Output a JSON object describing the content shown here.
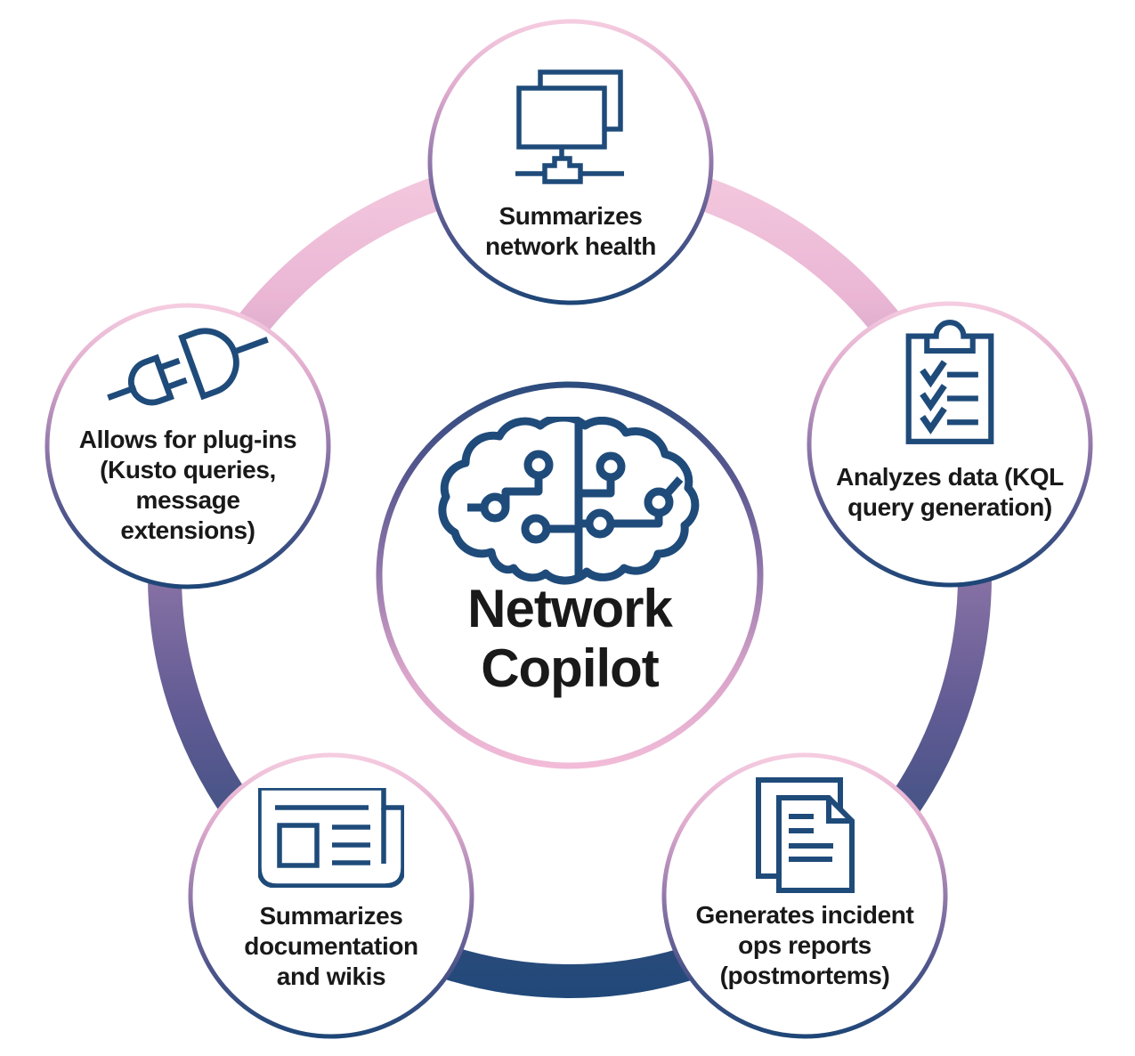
{
  "diagram": {
    "type": "hub-and-spoke pentagon diagram",
    "colors": {
      "icon_navy": "#1F4B7A",
      "text": "#191919",
      "ring_pink_top": "#F5CBE0",
      "ring_navy_bottom": "#204879",
      "background": "#FFFFFF"
    },
    "center": {
      "icon": "brain-circuit-icon",
      "title_lines": [
        "Network",
        "Copilot"
      ]
    },
    "nodes": {
      "top": {
        "icon": "network-monitors-icon",
        "lines": [
          "Summarizes",
          "network health"
        ]
      },
      "right": {
        "icon": "clipboard-checklist-icon",
        "lines": [
          "Analyzes data (KQL",
          "query generation)"
        ]
      },
      "bottom_right": {
        "icon": "incident-report-documents-icon",
        "lines": [
          "Generates incident",
          "ops reports",
          "(postmortems)"
        ]
      },
      "bottom_left": {
        "icon": "newspaper-icon",
        "lines": [
          "Summarizes",
          "documentation",
          "and wikis"
        ]
      },
      "left": {
        "icon": "plug-icon",
        "lines": [
          "Allows for plug-ins",
          "(Kusto queries,",
          "message",
          "extensions)"
        ]
      }
    }
  }
}
